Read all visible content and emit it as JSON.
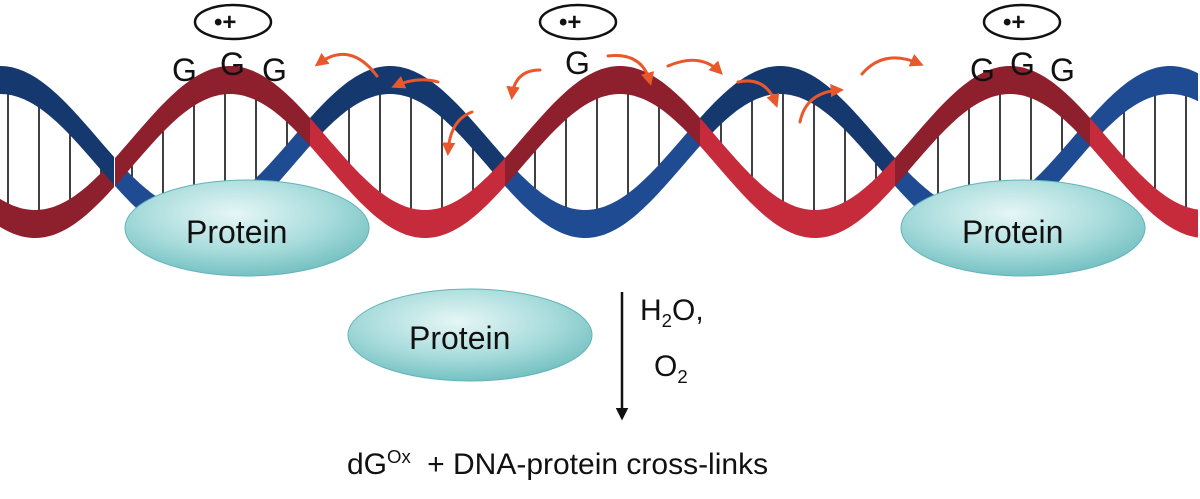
{
  "radical_symbol": "•+",
  "bases": {
    "left_group": [
      "G",
      "G",
      "G"
    ],
    "middle": "G",
    "right_group": [
      "G",
      "G",
      "G"
    ]
  },
  "proteins": {
    "left": "Protein",
    "right": "Protein",
    "free": "Protein"
  },
  "conditions": {
    "water_main": "H",
    "water_sub": "2",
    "water_tail": "O,",
    "oxygen_main": "O",
    "oxygen_sub": "2"
  },
  "product": {
    "dg_main": "dG",
    "dg_sup": "Ox",
    "rest": "+ DNA-protein cross-links"
  },
  "colors": {
    "red_strand": "#c62b3c",
    "red_strand_dark": "#8e1f2c",
    "blue_strand": "#1f4b93",
    "blue_strand_dark": "#15386e",
    "hop_arrow": "#e8582c",
    "protein_fill": "#a9dcdc",
    "protein_edge": "#62b4b6"
  }
}
